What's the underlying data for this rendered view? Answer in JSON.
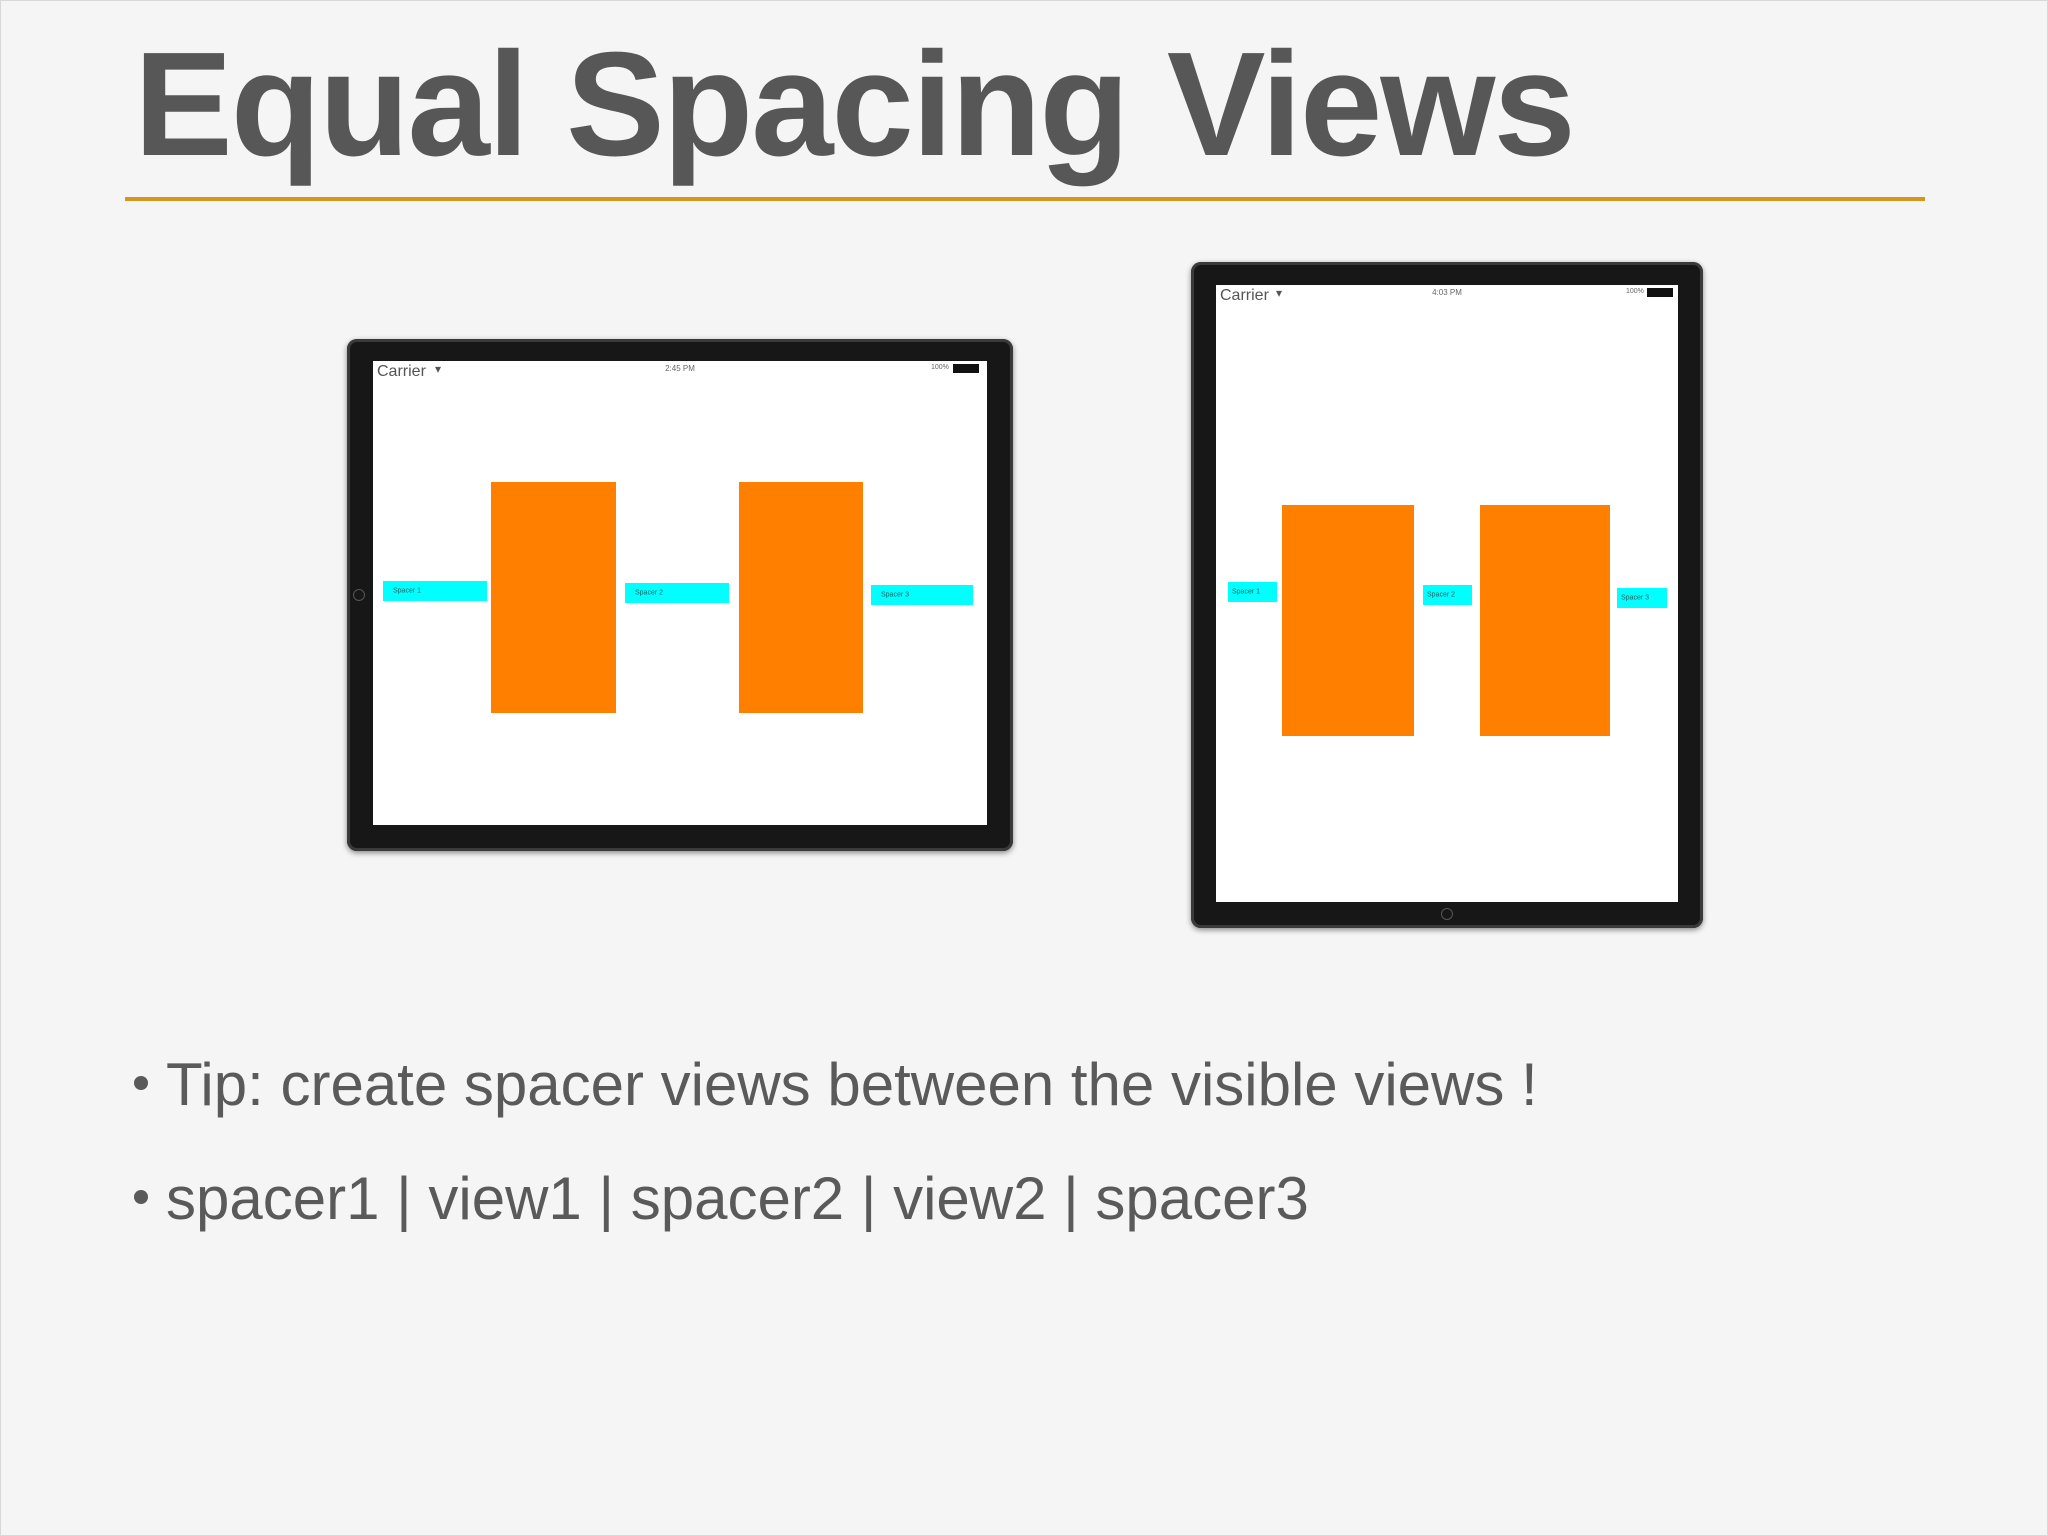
{
  "slide": {
    "title": "Equal Spacing Views",
    "bullets": [
      "Tip: create spacer views between the visible views !",
      "spacer1 | view1 | spacer2 | view2 | spacer3"
    ]
  },
  "landscape_device": {
    "status": {
      "carrier": "Carrier",
      "time": "2:45 PM",
      "battery": "100%"
    },
    "spacers": [
      "Spacer 1",
      "Spacer 2",
      "Spacer 3"
    ]
  },
  "portrait_device": {
    "status": {
      "carrier": "Carrier",
      "time": "4:03 PM",
      "battery": "100%"
    },
    "spacers": [
      "Spacer 1",
      "Spacer 2",
      "Spacer 3"
    ]
  },
  "colors": {
    "accent": "#d4961e",
    "view": "#ff8000",
    "spacer": "#00ffff",
    "text": "#575757"
  }
}
